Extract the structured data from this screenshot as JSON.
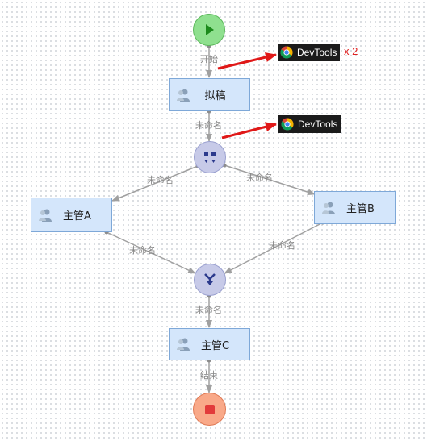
{
  "nodes": {
    "draft": {
      "label": "拟稿"
    },
    "manager_a": {
      "label": "主管A"
    },
    "manager_b": {
      "label": "主管B"
    },
    "manager_c": {
      "label": "主管C"
    }
  },
  "edges": {
    "start_label": "开始",
    "draft_label": "未命名",
    "split_left_label": "未命名",
    "split_right_label": "未命名",
    "a_join_label": "未命名",
    "b_join_label": "未命名",
    "join_label": "未命名",
    "end_label": "结束"
  },
  "badges": {
    "first": {
      "text": "DevTools",
      "count": "x 2"
    },
    "second": {
      "text": "DevTools"
    }
  },
  "icons": {
    "start": "play-icon",
    "split": "fork-icon",
    "join": "merge-icon",
    "end": "stop-icon",
    "user": "user-icon",
    "browser": "chrome-icon"
  },
  "colors": {
    "node_fill": "#d4e6fb",
    "node_border": "#7ea8d8",
    "start_fill": "#8fe08f",
    "end_fill": "#f9a989",
    "gateway_fill": "#c7cae8",
    "arrow_red": "#e01818",
    "edge_gray": "#a0a0a0"
  }
}
